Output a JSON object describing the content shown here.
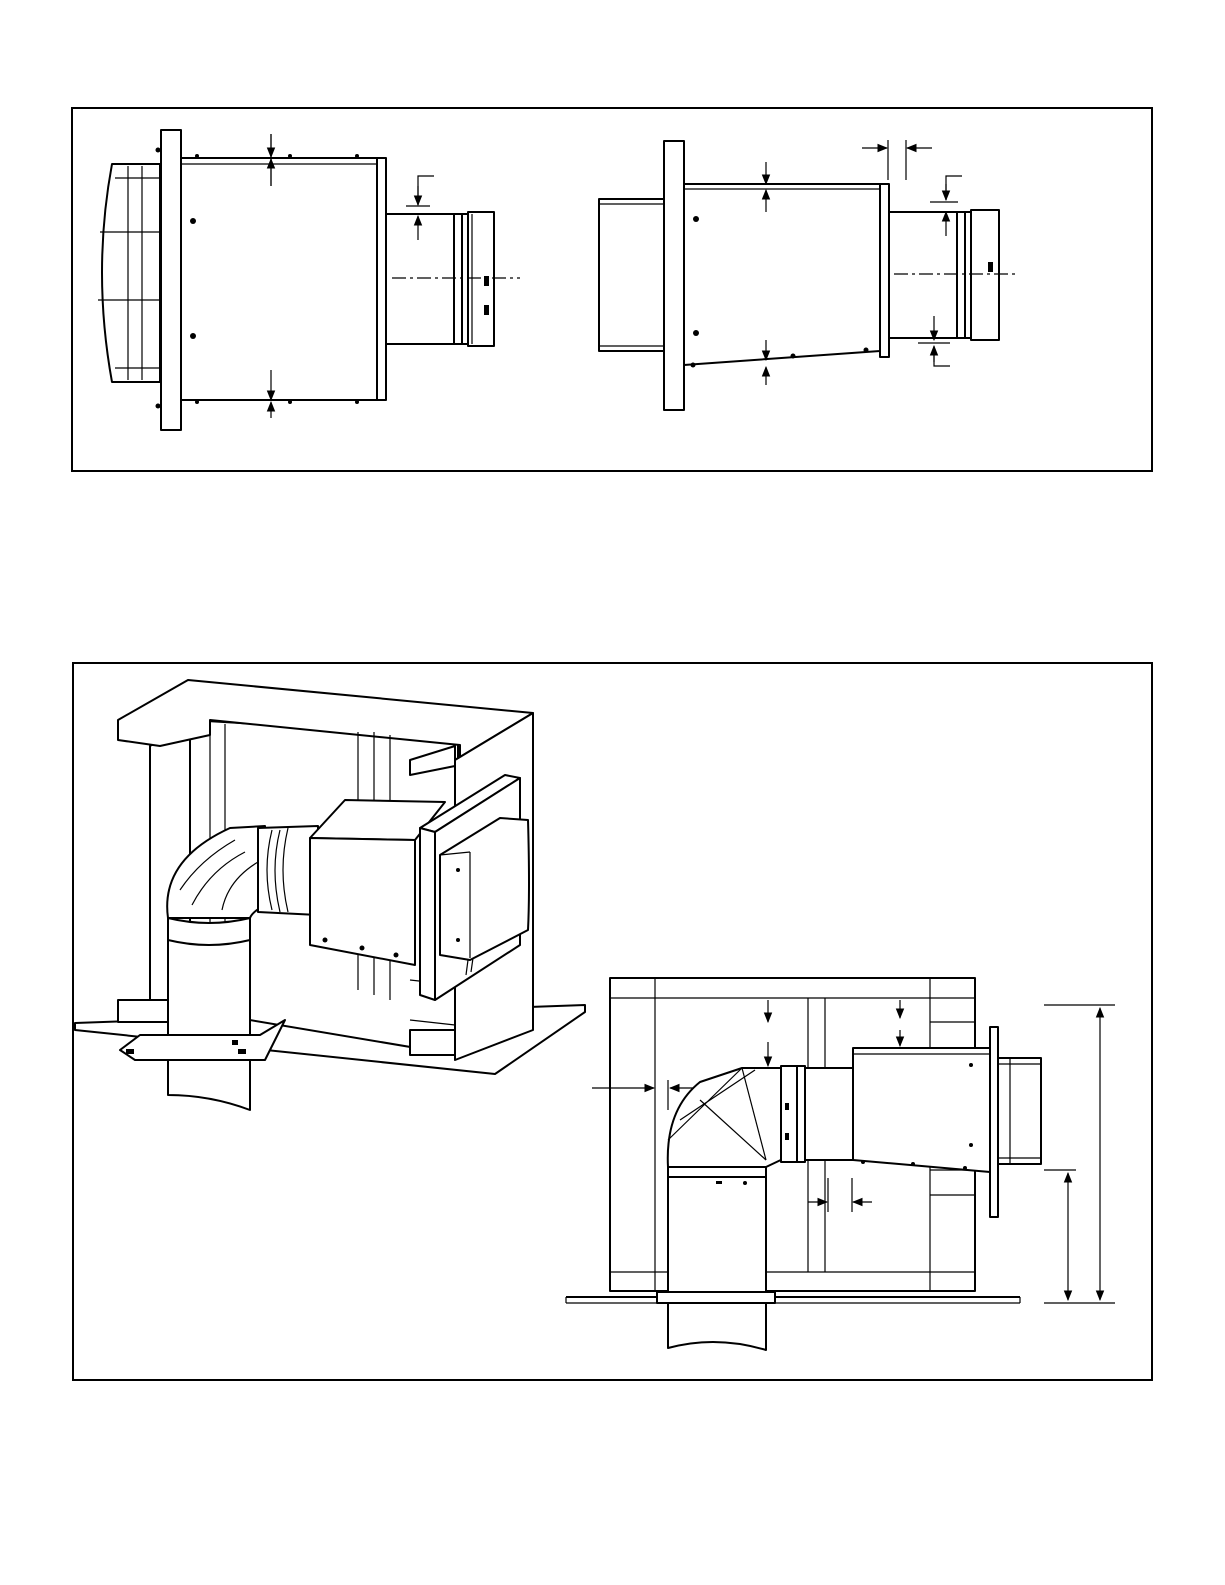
{
  "figures": [
    {
      "id": "top",
      "views": [
        "termination-cap-side-view",
        "wall-thimble-side-view"
      ]
    },
    {
      "id": "bottom",
      "views": [
        "framed-enclosure-perspective",
        "framed-enclosure-section"
      ]
    }
  ],
  "colors": {
    "line": "#000000",
    "background": "#ffffff"
  }
}
